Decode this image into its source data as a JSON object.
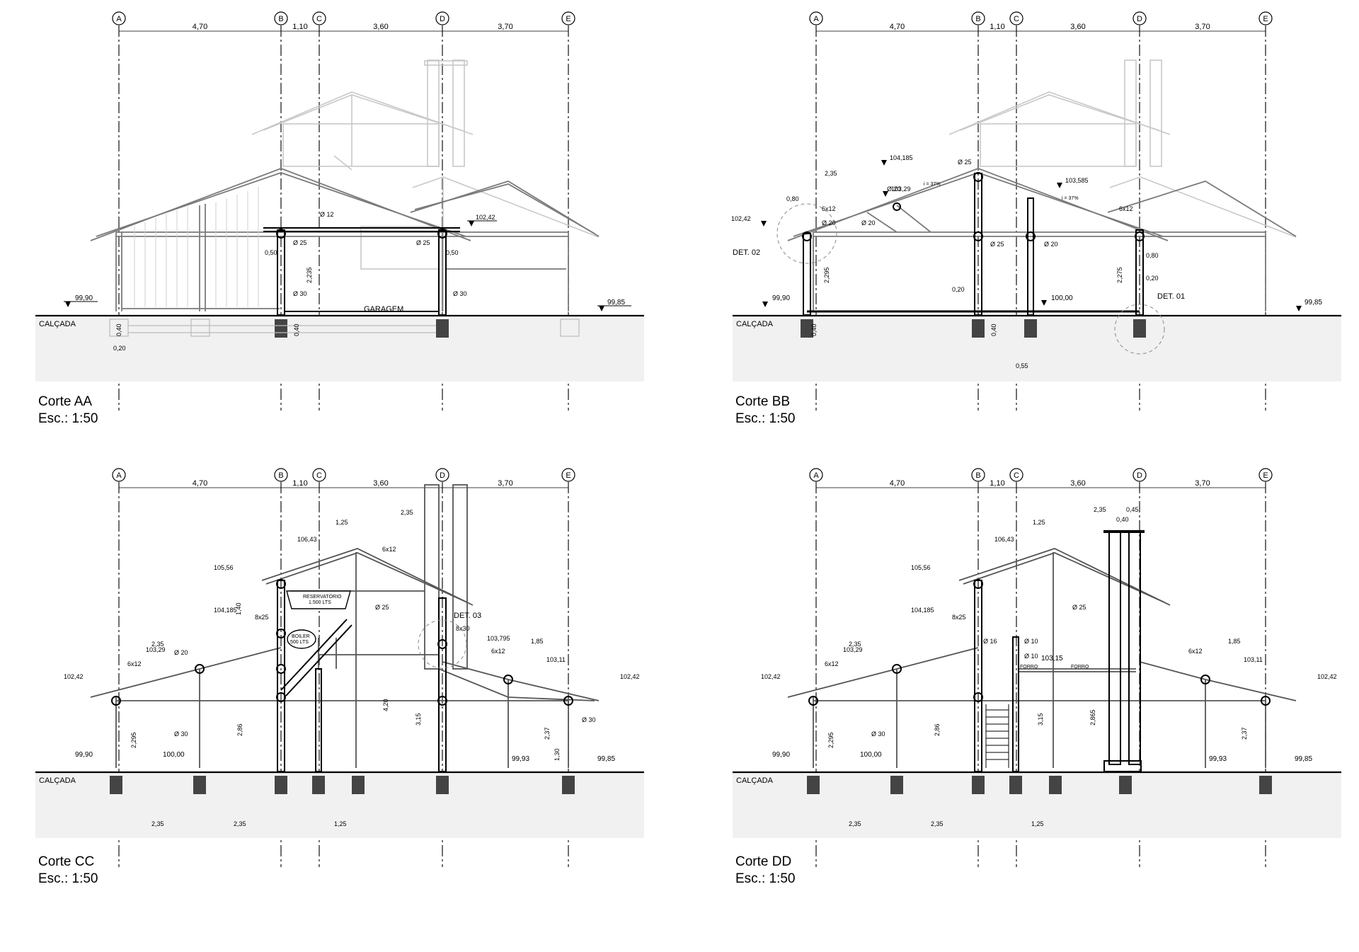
{
  "sheet": {
    "axes": [
      "A",
      "B",
      "C",
      "D",
      "E"
    ],
    "axis_spans": [
      "4,70",
      "1,10",
      "3,60",
      "3,70"
    ],
    "street_label": "CALÇADA",
    "scale_label": "Esc.: 1:50"
  },
  "sections": [
    {
      "title": "Corte AA",
      "scale": "Esc.: 1:50",
      "labels": [
        {
          "id": "ground-left",
          "text": "99,90"
        },
        {
          "id": "ground-right",
          "text": "99,85"
        },
        {
          "id": "level-b",
          "text": "102,42"
        },
        {
          "id": "garage",
          "text": "GARAGEM"
        },
        {
          "id": "dim-a",
          "text": "0,50"
        },
        {
          "id": "dim-b",
          "text": "0,50"
        },
        {
          "id": "dim-c",
          "text": "2,235"
        },
        {
          "id": "dim-d",
          "text": "0,40"
        },
        {
          "id": "dim-e",
          "text": "0,40"
        },
        {
          "id": "dim-f",
          "text": "0,20"
        },
        {
          "id": "pipe-1",
          "text": "Ø 12"
        },
        {
          "id": "pipe-2",
          "text": "Ø 25"
        },
        {
          "id": "pipe-3",
          "text": "Ø 25"
        },
        {
          "id": "pipe-4",
          "text": "Ø 30"
        },
        {
          "id": "pipe-5",
          "text": "Ø 30"
        }
      ]
    },
    {
      "title": "Corte BB",
      "scale": "Esc.: 1:50",
      "labels": [
        {
          "id": "ground-left",
          "text": "99,90"
        },
        {
          "id": "ground-right",
          "text": "99,85"
        },
        {
          "id": "level-a",
          "text": "104,185"
        },
        {
          "id": "level-b",
          "text": "103,29"
        },
        {
          "id": "level-c",
          "text": "103,585"
        },
        {
          "id": "level-d",
          "text": "102,42"
        },
        {
          "id": "level-e",
          "text": "100,00"
        },
        {
          "id": "det-02",
          "text": "DET. 02"
        },
        {
          "id": "det-01",
          "text": "DET. 01"
        },
        {
          "id": "dim-a",
          "text": "2,35"
        },
        {
          "id": "dim-b",
          "text": "0,80"
        },
        {
          "id": "dim-c",
          "text": "0,80"
        },
        {
          "id": "dim-d",
          "text": "2,295"
        },
        {
          "id": "dim-e",
          "text": "2,275"
        },
        {
          "id": "dim-f",
          "text": "0,55"
        },
        {
          "id": "dim-g",
          "text": "0,20"
        },
        {
          "id": "dim-h",
          "text": "0,20"
        },
        {
          "id": "dim-i",
          "text": "0,40"
        },
        {
          "id": "dim-j",
          "text": "0,40"
        },
        {
          "id": "beam-1",
          "text": "6x12"
        },
        {
          "id": "beam-2",
          "text": "6x12"
        },
        {
          "id": "slope-1",
          "text": "i = 37%"
        },
        {
          "id": "slope-2",
          "text": "i = 37%"
        },
        {
          "id": "pipe-1",
          "text": "Ø 20"
        },
        {
          "id": "pipe-2",
          "text": "Ø 20"
        },
        {
          "id": "pipe-3",
          "text": "Ø 25"
        },
        {
          "id": "pipe-4",
          "text": "Ø 25"
        },
        {
          "id": "pipe-5",
          "text": "Ø 20"
        },
        {
          "id": "pipe-6",
          "text": "Ø 20"
        }
      ]
    },
    {
      "title": "Corte CC",
      "scale": "Esc.: 1:50",
      "labels": [
        {
          "id": "ground-left",
          "text": "99,90"
        },
        {
          "id": "ground-right",
          "text": "99,85"
        },
        {
          "id": "ground-mid",
          "text": "99,93"
        },
        {
          "id": "level-0",
          "text": "100,00"
        },
        {
          "id": "level-1",
          "text": "106,43"
        },
        {
          "id": "level-2",
          "text": "105,56"
        },
        {
          "id": "level-3",
          "text": "104,185"
        },
        {
          "id": "level-4",
          "text": "103,795"
        },
        {
          "id": "level-5",
          "text": "103,29"
        },
        {
          "id": "level-6",
          "text": "103,11"
        },
        {
          "id": "level-7",
          "text": "102,42"
        },
        {
          "id": "level-8",
          "text": "102,42"
        },
        {
          "id": "tank",
          "text": "RESERVATÓRIO"
        },
        {
          "id": "tank-cap",
          "text": "1.500 LTS"
        },
        {
          "id": "boiler",
          "text": "BOILER"
        },
        {
          "id": "boiler-cap",
          "text": "500 LTS"
        },
        {
          "id": "det-03",
          "text": "DET. 03"
        },
        {
          "id": "dim-a",
          "text": "2,35"
        },
        {
          "id": "dim-b",
          "text": "1,25"
        },
        {
          "id": "dim-c",
          "text": "2,35"
        },
        {
          "id": "dim-d",
          "text": "1,85"
        },
        {
          "id": "dim-e",
          "text": "2,35"
        },
        {
          "id": "dim-f",
          "text": "2,35"
        },
        {
          "id": "dim-g",
          "text": "1,25"
        },
        {
          "id": "dim-h",
          "text": "2,86"
        },
        {
          "id": "dim-i",
          "text": "4,20"
        },
        {
          "id": "dim-j",
          "text": "3,15"
        },
        {
          "id": "dim-k",
          "text": "2,37"
        },
        {
          "id": "dim-l",
          "text": "1,30"
        },
        {
          "id": "dim-m",
          "text": "1,40"
        },
        {
          "id": "dim-n",
          "text": "2,295"
        },
        {
          "id": "beam-1",
          "text": "6x12"
        },
        {
          "id": "beam-2",
          "text": "8x25"
        },
        {
          "id": "beam-3",
          "text": "8x30"
        },
        {
          "id": "beam-4",
          "text": "6x12"
        },
        {
          "id": "beam-5",
          "text": "6x12"
        },
        {
          "id": "pipe-1",
          "text": "Ø 20"
        },
        {
          "id": "pipe-2",
          "text": "Ø 25"
        },
        {
          "id": "pipe-3",
          "text": "Ø 30"
        },
        {
          "id": "pipe-4",
          "text": "Ø 30"
        }
      ]
    },
    {
      "title": "Corte DD",
      "scale": "Esc.: 1:50",
      "labels": [
        {
          "id": "ground-left",
          "text": "99,90"
        },
        {
          "id": "ground-right",
          "text": "99,85"
        },
        {
          "id": "ground-mid",
          "text": "99,93"
        },
        {
          "id": "level-0",
          "text": "100,00"
        },
        {
          "id": "level-1",
          "text": "106,43"
        },
        {
          "id": "level-2",
          "text": "105,56"
        },
        {
          "id": "level-3",
          "text": "104,185"
        },
        {
          "id": "level-4",
          "text": "103,15"
        },
        {
          "id": "level-5",
          "text": "103,29"
        },
        {
          "id": "level-6",
          "text": "103,11"
        },
        {
          "id": "level-7",
          "text": "102,42"
        },
        {
          "id": "level-8",
          "text": "102,42"
        },
        {
          "id": "forro-1",
          "text": "FORRO"
        },
        {
          "id": "forro-2",
          "text": "FORRO"
        },
        {
          "id": "dim-a",
          "text": "2,35"
        },
        {
          "id": "dim-b",
          "text": "1,25"
        },
        {
          "id": "dim-c",
          "text": "2,35"
        },
        {
          "id": "dim-d",
          "text": "1,85"
        },
        {
          "id": "dim-e",
          "text": "2,35"
        },
        {
          "id": "dim-f",
          "text": "2,35"
        },
        {
          "id": "dim-g",
          "text": "1,25"
        },
        {
          "id": "dim-h",
          "text": "0,45"
        },
        {
          "id": "dim-i",
          "text": "0,40"
        },
        {
          "id": "dim-j",
          "text": "2,86"
        },
        {
          "id": "dim-k",
          "text": "3,15"
        },
        {
          "id": "dim-l",
          "text": "2,865"
        },
        {
          "id": "dim-m",
          "text": "2,37"
        },
        {
          "id": "dim-n",
          "text": "2,295"
        },
        {
          "id": "beam-1",
          "text": "6x12"
        },
        {
          "id": "beam-2",
          "text": "8x25"
        },
        {
          "id": "beam-3",
          "text": "6x12"
        },
        {
          "id": "pipe-1",
          "text": "Ø 16"
        },
        {
          "id": "pipe-2",
          "text": "Ø 10"
        },
        {
          "id": "pipe-3",
          "text": "Ø 10"
        },
        {
          "id": "pipe-4",
          "text": "Ø 25"
        },
        {
          "id": "pipe-5",
          "text": "Ø 30"
        }
      ]
    }
  ]
}
